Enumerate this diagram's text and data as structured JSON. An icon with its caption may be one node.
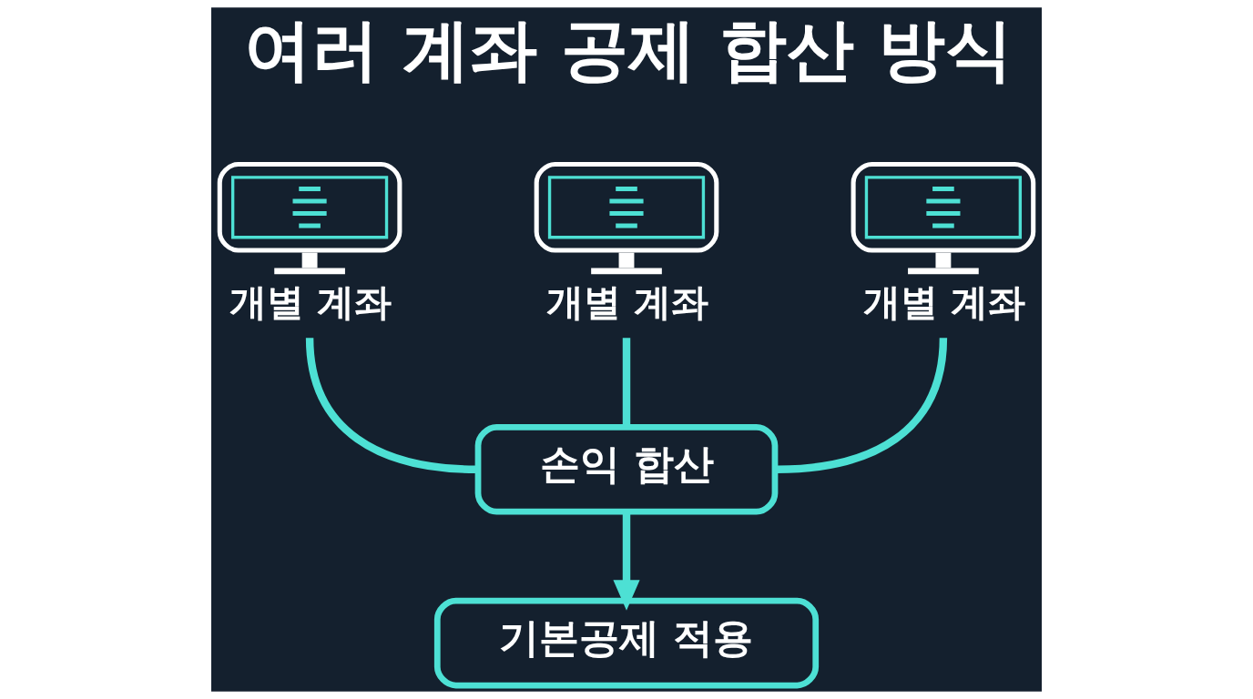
{
  "diagram": {
    "title": "여러 계좌 공제 합산 방식",
    "nodes": [
      {
        "text": [
          "개별 계좌"
        ]
      },
      {
        "text": [
          "개별 계좌"
        ]
      },
      {
        "text": [
          "개별 계좌"
        ]
      },
      {
        "text": [
          "손익 합산"
        ]
      },
      {
        "text": [
          "기본공제 적용"
        ]
      }
    ],
    "edges": [
      {
        "from": 0,
        "to": 3,
        "arrow": "none"
      },
      {
        "from": 1,
        "to": 3,
        "arrow": "none"
      },
      {
        "from": 2,
        "to": 3,
        "arrow": "none"
      },
      {
        "from": 3,
        "to": 4,
        "arrow": "to"
      }
    ]
  }
}
